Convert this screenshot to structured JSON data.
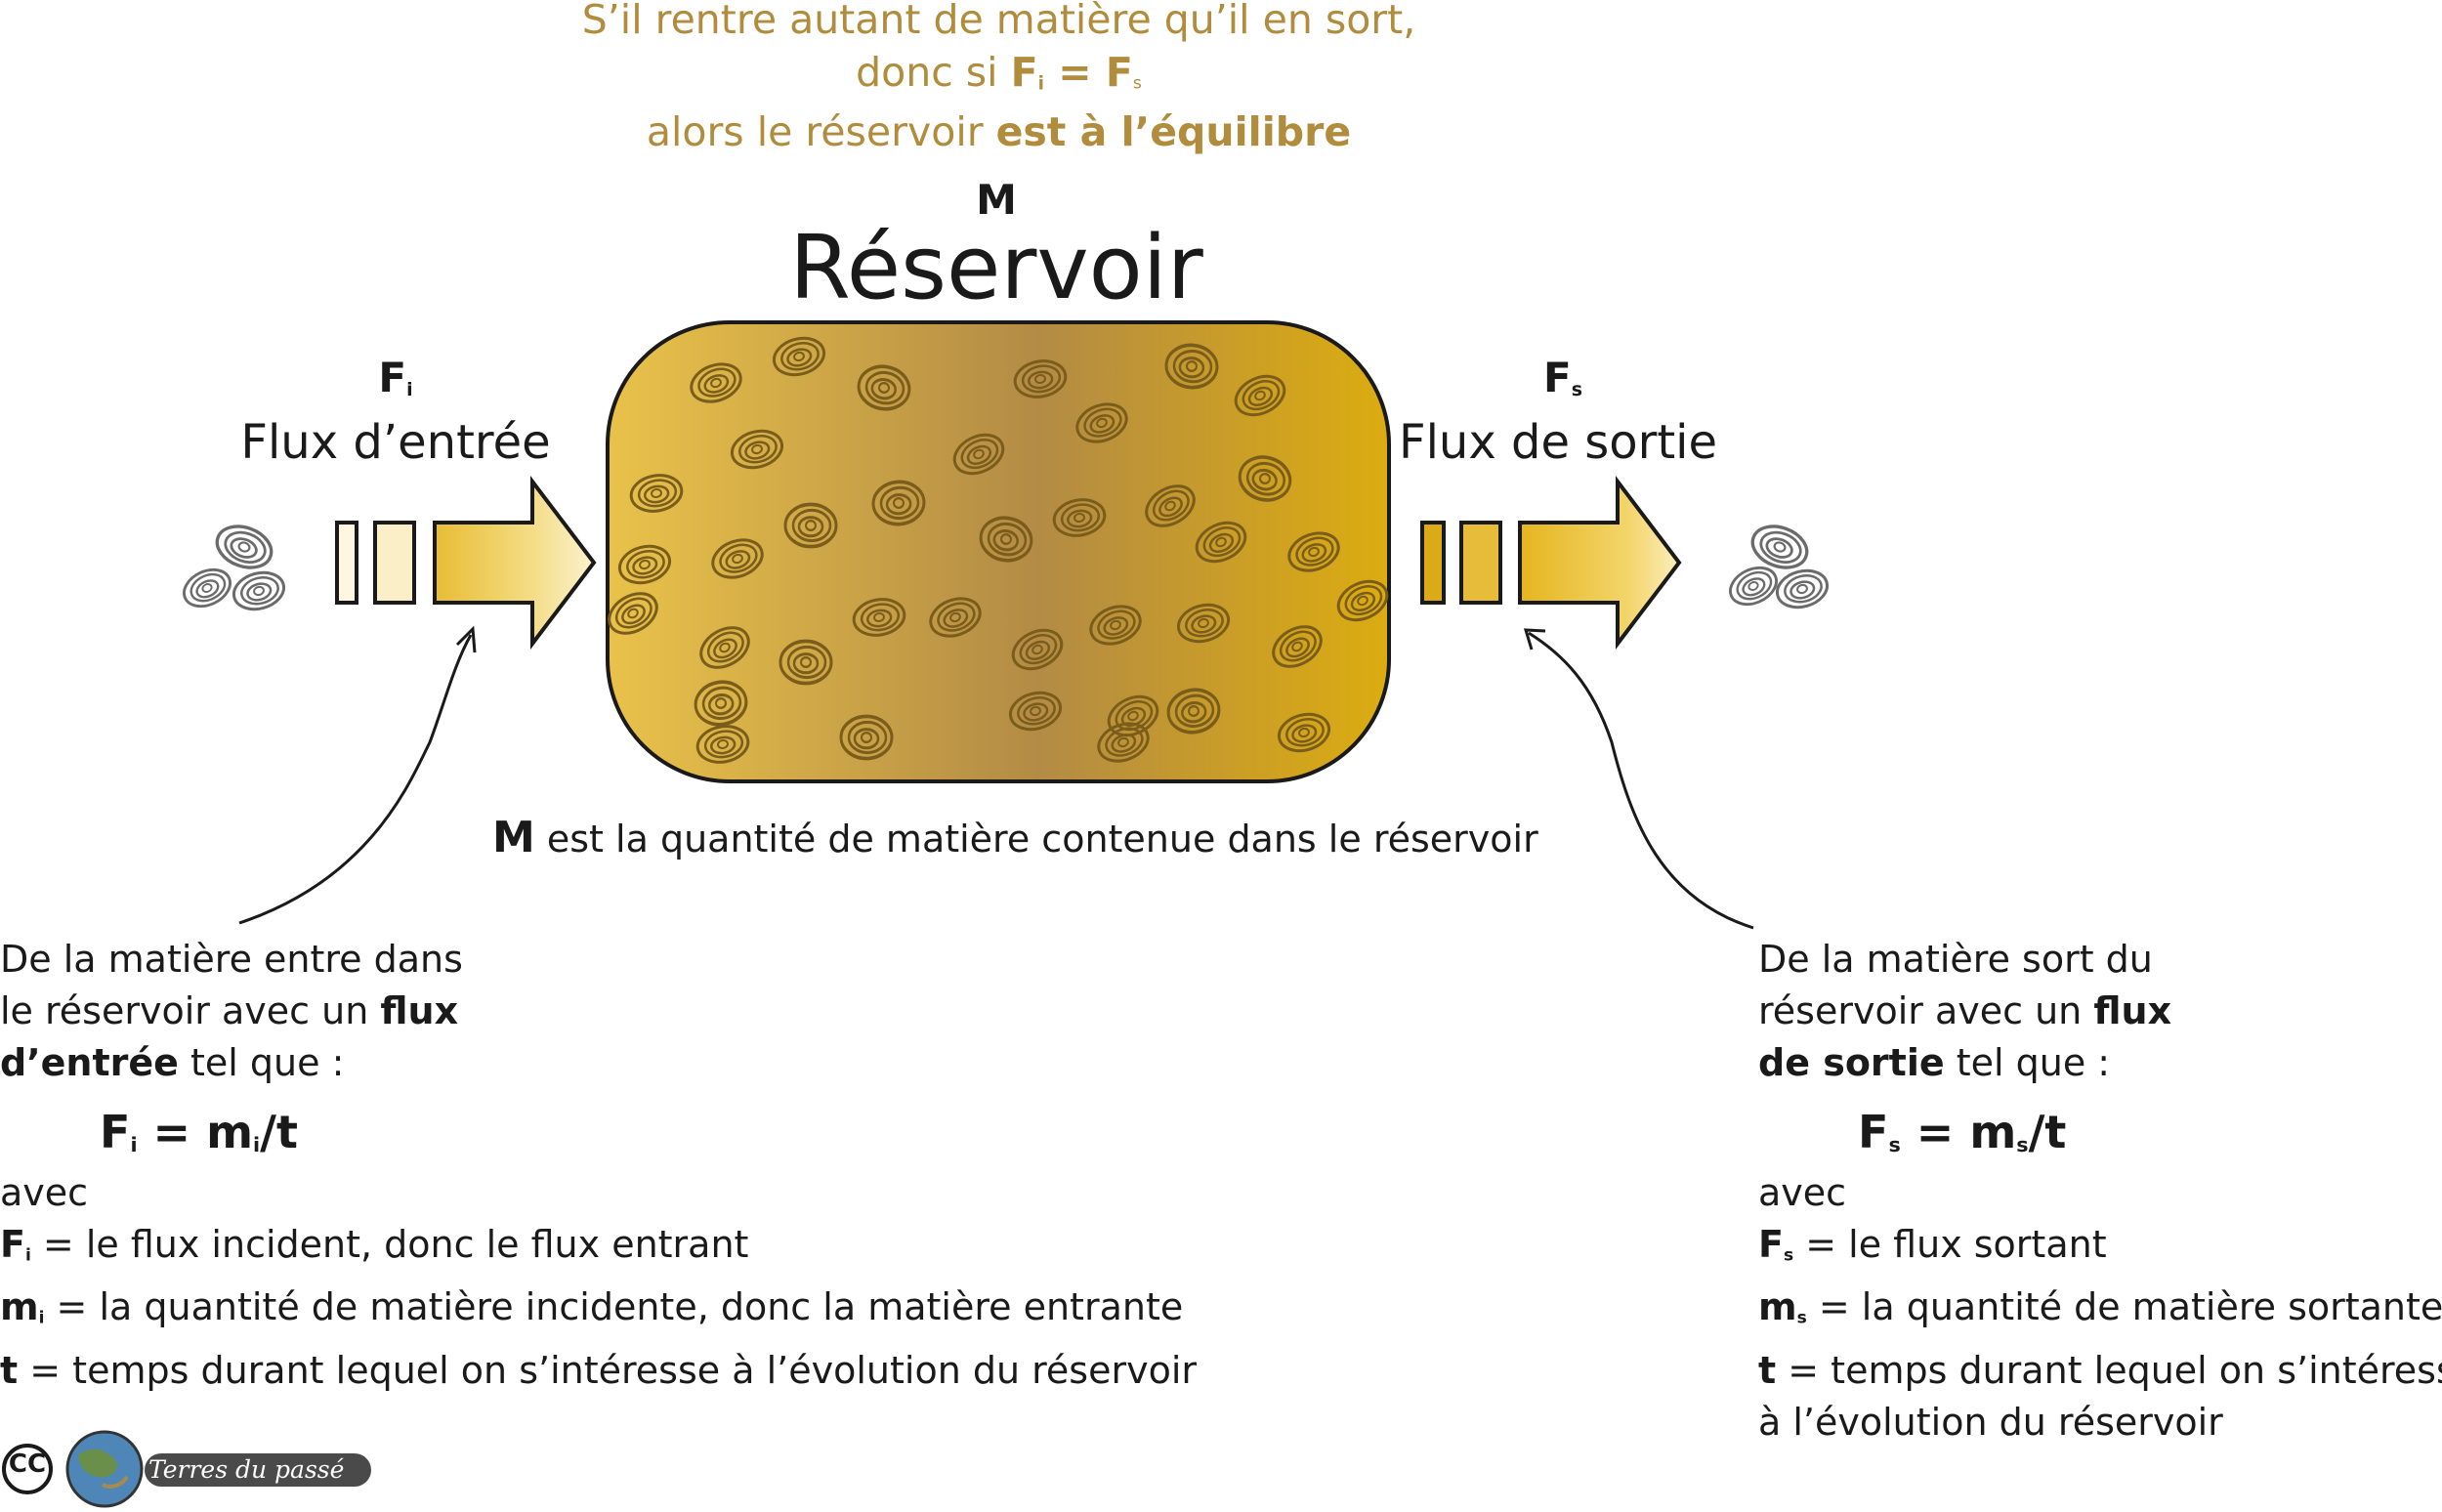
{
  "top_text": {
    "line1": "S’il rentre autant de matière qu’il en sort,",
    "line2_prefix": "donc si ",
    "fi_letter": "F",
    "fi_sub": "i",
    "equals": " = ",
    "fs_letter": "F",
    "fs_sub": "s",
    "line3_prefix": "alors le réservoir ",
    "line3_bold": "est à l’équilibre"
  },
  "reservoir": {
    "mass_symbol": "M",
    "title": "Réservoir",
    "caption_bold": "M",
    "caption_text": " est la quantité de matière contenue dans le réservoir",
    "colors": {
      "edge": "#dfb52a",
      "center": "#b38b45",
      "light": "#e9c24a"
    }
  },
  "inflow": {
    "symbol": "F",
    "symbol_sub": "i",
    "label": "Flux d’entrée",
    "description": {
      "line1": "De la matière entre dans",
      "line2_prefix": "le réservoir avec un ",
      "line2_bold": "flux",
      "line3_bold": "d’entrée",
      "line3_suffix": " tel que :"
    },
    "formula": {
      "F": "F",
      "F_sub": "i",
      "eq": " = m",
      "m_sub": "i",
      "rest": "/t"
    },
    "avec": "avec",
    "defs": [
      {
        "sym": "F",
        "sub": "i",
        "text": " = le flux incident, donc le flux entrant"
      },
      {
        "sym": "m",
        "sub": "i",
        "text": " = la quantité de matière incidente, donc la matière entrante"
      },
      {
        "sym": "t",
        "sub": "",
        "text": " = temps durant lequel on s’intéresse à l’évolution du réservoir"
      }
    ]
  },
  "outflow": {
    "symbol": "F",
    "symbol_sub": "s",
    "label": "Flux de sortie",
    "description": {
      "line1": "De la matière sort du",
      "line2_prefix": "réservoir avec un ",
      "line2_bold": "flux",
      "line3_bold": "de sortie",
      "line3_suffix": " tel que :"
    },
    "formula": {
      "F": "F",
      "F_sub": "s",
      "eq": " = m",
      "m_sub": "s",
      "rest": "/t"
    },
    "avec": "avec",
    "defs": [
      {
        "sym": "F",
        "sub": "s",
        "text": " = le flux sortant"
      },
      {
        "sym": "m",
        "sub": "s",
        "text": " = la quantité de matière sortante"
      },
      {
        "sym": "t",
        "sub": "",
        "text": " = temps durant lequel on s’intéresse"
      }
    ],
    "defs_last_line": "à l’évolution du réservoir"
  },
  "logo": {
    "cc": "CC",
    "name": "Terres du passé"
  }
}
